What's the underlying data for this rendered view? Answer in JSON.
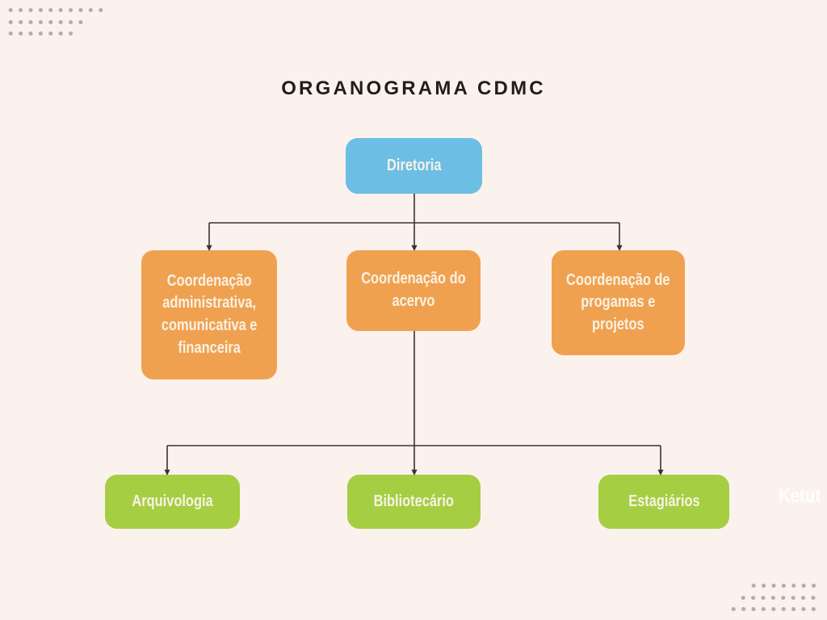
{
  "page": {
    "title": "ORGANOGRAMA CDMC",
    "watermark": "Ketut"
  },
  "colors": {
    "background": "#FBF2ED",
    "title_text": "#221D1C",
    "node_text": "#F8F2E4",
    "root_fill": "#6CBEE4",
    "branch_fill": "#F0A150",
    "leaf_fill": "#A6CE43",
    "connector": "#3A3331",
    "dots": "#B5ACA8"
  },
  "org": {
    "root": {
      "label": "Diretoria"
    },
    "level2": [
      {
        "label": "Coordenação\nadministrativa,\ncomunicativa e\nfinanceira",
        "parent": "Diretoria"
      },
      {
        "label": "Coordenação do\nacervo",
        "parent": "Diretoria"
      },
      {
        "label": "Coordenação de\nprogamas e\nprojetos",
        "parent": "Diretoria"
      }
    ],
    "level3": [
      {
        "label": "Arquivologia",
        "parent": "Coordenação do acervo"
      },
      {
        "label": "Bibliotecário",
        "parent": "Coordenação do acervo"
      },
      {
        "label": "Estagiários",
        "parent": "Coordenação do acervo"
      }
    ]
  }
}
